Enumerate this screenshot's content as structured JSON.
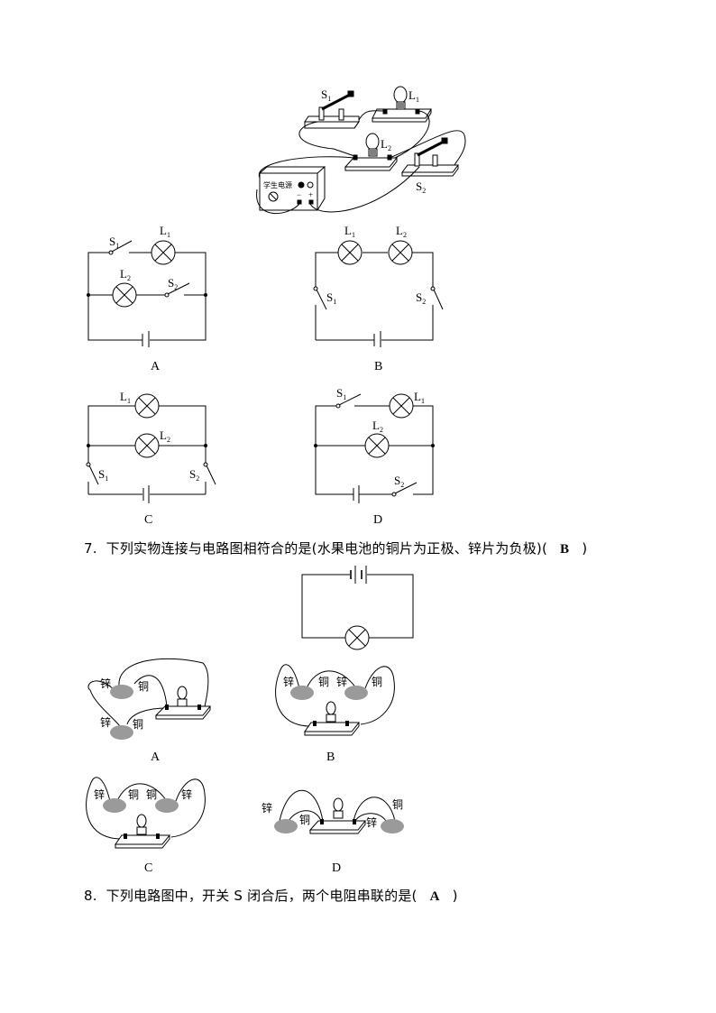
{
  "question6": {
    "physical_diagram": {
      "labels": {
        "s1": "S",
        "s1_sub": "1",
        "l1": "L",
        "l1_sub": "1",
        "l2": "L",
        "l2_sub": "2",
        "s2": "S",
        "s2_sub": "2"
      },
      "power_supply_label": "学生电源",
      "terminal_minus": "−",
      "terminal_plus": "+"
    },
    "options": [
      {
        "letter": "A",
        "components": [
          "S1",
          "L1",
          "L2",
          "S2",
          "battery"
        ],
        "description": "S1 in series with L1 on top branch; L2 in series with S2 on middle branch; branches parallel with battery"
      },
      {
        "letter": "B",
        "components": [
          "L1",
          "L2",
          "S1",
          "S2",
          "battery"
        ],
        "description": "L1, L2, S1, S2 all in series with battery"
      },
      {
        "letter": "C",
        "components": [
          "L1",
          "L2",
          "S1",
          "S2",
          "battery"
        ],
        "description": "L1 and L2 parallel; S1 and S2 on the battery side wires"
      },
      {
        "letter": "D",
        "components": [
          "S1",
          "L1",
          "L2",
          "S2",
          "battery"
        ],
        "description": "S1 with L1 top branch; L2 middle branch; S2 in series with battery"
      }
    ],
    "option_labels": {
      "a": "A",
      "b": "B",
      "c": "C",
      "d": "D"
    },
    "circuit_labels": {
      "S": "S",
      "L": "L",
      "sub1": "1",
      "sub2": "2"
    }
  },
  "question7": {
    "number": "7.",
    "text": "下列实物连接与电路图相符合的是(水果电池的铜片为正极、锌片为负极)(",
    "answer": "B",
    "close": ")",
    "fruit_labels": {
      "zinc": "锌",
      "copper": "铜"
    },
    "options": [
      {
        "letter": "A",
        "left_top": [
          "锌",
          "铜"
        ],
        "left_bottom": [
          "锌",
          "铜"
        ]
      },
      {
        "letter": "B",
        "labels": [
          "锌",
          "铜",
          "锌",
          "铜"
        ]
      },
      {
        "letter": "C",
        "labels": [
          "锌",
          "铜",
          "铜",
          "锌"
        ]
      },
      {
        "letter": "D",
        "labels": [
          "锌",
          "铜",
          "锌",
          "铜"
        ]
      }
    ],
    "option_labels": {
      "a": "A",
      "b": "B",
      "c": "C",
      "d": "D"
    }
  },
  "question8": {
    "number": "8.",
    "text": "下列电路图中，开关 S 闭合后，两个电阻串联的是(",
    "answer": "A",
    "close": ")"
  }
}
